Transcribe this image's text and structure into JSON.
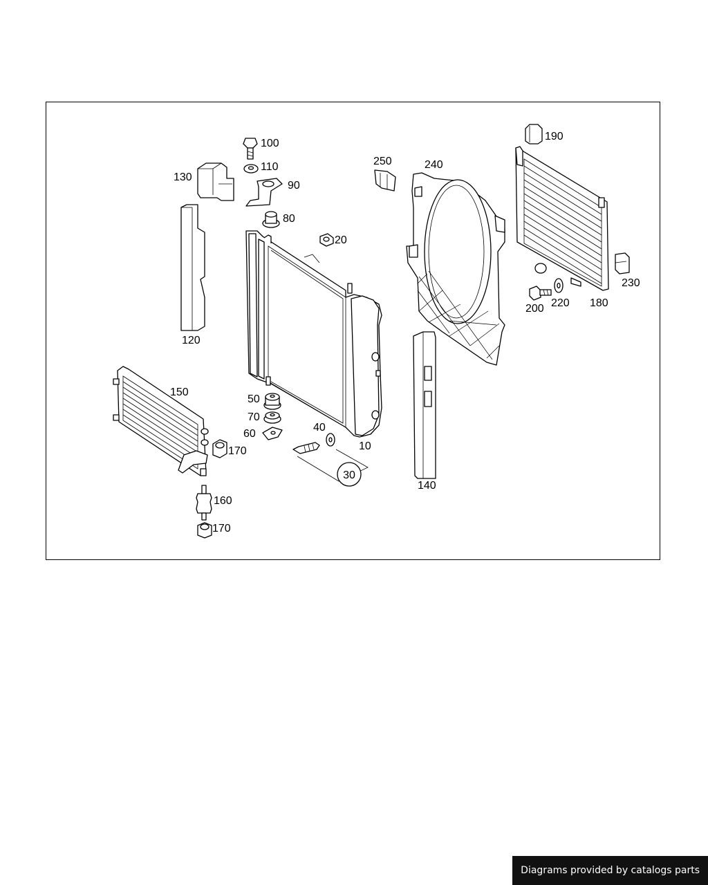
{
  "diagram": {
    "callouts": {
      "p100": "100",
      "p110": "110",
      "p90": "90",
      "p80": "80",
      "p130": "130",
      "p120": "120",
      "p20": "20",
      "p250": "250",
      "p240": "240",
      "p190": "190",
      "p230": "230",
      "p200": "200",
      "p220": "220",
      "p180": "180",
      "p150": "150",
      "p170a": "170",
      "p50": "50",
      "p70": "70",
      "p60": "60",
      "p40": "40",
      "p10": "10",
      "p30": "30",
      "p140": "140",
      "p160": "160",
      "p170b": "170"
    }
  },
  "footer": {
    "credit": "Diagrams provided by catalogs parts"
  }
}
